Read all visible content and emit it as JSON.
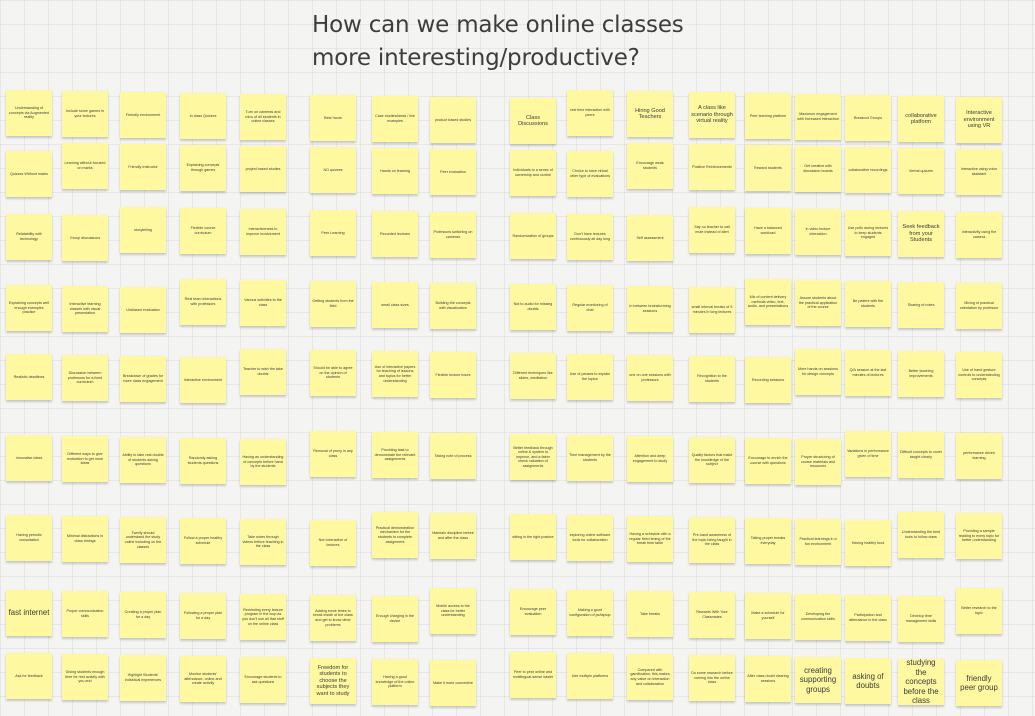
{
  "board": {
    "title_line1": "How can we make online classes",
    "title_line2": "more interesting/productive?"
  },
  "sticky_notes": [
    {
      "text": "Understanding of concepts via Augmented reality",
      "row": 0
    },
    {
      "text": "Include some games in your lectures",
      "row": 0
    },
    {
      "text": "Friendly environment",
      "row": 0
    },
    {
      "text": "In class Quizzes",
      "row": 0
    },
    {
      "text": "Turn on cameras and mics of all students in online classes",
      "row": 0
    },
    {
      "text": "Best hours",
      "row": 0
    },
    {
      "text": "Case studies/ideas / live examples",
      "row": 0
    },
    {
      "text": "product based studies",
      "row": 0
    },
    {
      "text": "Class Discussions",
      "row": 0
    },
    {
      "text": "real time interaction with peers",
      "row": 0
    },
    {
      "text": "Hiring Good Teachers",
      "row": 0
    },
    {
      "text": "A class like scenario through virtual reality",
      "row": 0
    },
    {
      "text": "Peer learning platform",
      "row": 0
    },
    {
      "text": "Maximum engagement with increased interaction",
      "row": 0
    },
    {
      "text": "Breakout Groups",
      "row": 0
    },
    {
      "text": "collaborative platform",
      "row": 0
    },
    {
      "text": "Interactive environment using VR",
      "row": 0
    },
    {
      "text": "Quizzes Without marks",
      "row": 1
    },
    {
      "text": "Learning without focused on marks",
      "row": 1
    },
    {
      "text": "Friendly Instructor",
      "row": 1
    },
    {
      "text": "Explaining concepts through games",
      "row": 1
    },
    {
      "text": "project based studies",
      "row": 1
    },
    {
      "text": "NO quizzes",
      "row": 1
    },
    {
      "text": "Hands on learning",
      "row": 1
    },
    {
      "text": "Peer evaluation",
      "row": 1
    },
    {
      "text": "Individuals to a sense of ownership and control",
      "row": 1
    },
    {
      "text": "Choice to have virtual other type of evaluations",
      "row": 1
    },
    {
      "text": "Encourage weak students",
      "row": 1
    },
    {
      "text": "Positive Reinforcements",
      "row": 1
    },
    {
      "text": "Reward students",
      "row": 1
    },
    {
      "text": "Get creative with discussion boards",
      "row": 1
    },
    {
      "text": "collaborative recordings",
      "row": 1
    },
    {
      "text": "Verbal quizzes",
      "row": 1
    },
    {
      "text": "Interactive using voice assistant",
      "row": 1
    },
    {
      "text": "Relatability with technology",
      "row": 2
    },
    {
      "text": "Group discussions",
      "row": 2
    },
    {
      "text": "storytelling",
      "row": 2
    },
    {
      "text": "Flexible course curriculum",
      "row": 2
    },
    {
      "text": "Interactiveness to improve involvement",
      "row": 2
    },
    {
      "text": "Peer Learning",
      "row": 2
    },
    {
      "text": "Recorded lectures",
      "row": 2
    },
    {
      "text": "Professors switching on cameras",
      "row": 2
    },
    {
      "text": "Randomization of groups",
      "row": 2
    },
    {
      "text": "Don't have lectures continuously all day long",
      "row": 2
    },
    {
      "text": "Self assessment",
      "row": 2
    },
    {
      "text": "Say no teacher to call mute instead of alert",
      "row": 2
    },
    {
      "text": "Have a balanced workload",
      "row": 2
    },
    {
      "text": "in video lecture interaction",
      "row": 2
    },
    {
      "text": "Use polls during lectures to keep students engaged",
      "row": 2
    },
    {
      "text": "Seek feedback from your Students",
      "row": 2
    },
    {
      "text": "Interactivity using the camera",
      "row": 2
    },
    {
      "text": "Explaining concepts well enough examples practice",
      "row": 3
    },
    {
      "text": "Interactive learning classes with visual presentation",
      "row": 3
    },
    {
      "text": "Unbiased evaluation",
      "row": 3
    },
    {
      "text": "Real team interactions with professors",
      "row": 3
    },
    {
      "text": "Various activities to the class",
      "row": 3
    },
    {
      "text": "Getting students from the field",
      "row": 3
    },
    {
      "text": "small class sizes",
      "row": 3
    },
    {
      "text": "Building the concepts with visualization",
      "row": 3
    },
    {
      "text": "Not to audio for missing doubts",
      "row": 3
    },
    {
      "text": "Regular monitoring of chat",
      "row": 3
    },
    {
      "text": "In between brainstorming sessions",
      "row": 3
    },
    {
      "text": "small interval breaks of 5 minutes in long lectures",
      "row": 3
    },
    {
      "text": "Mix of content delivery methods video, text, audio, and presentations",
      "row": 3
    },
    {
      "text": "Assure students about the practical application of the course",
      "row": 3
    },
    {
      "text": "Be patient with the students",
      "row": 3
    },
    {
      "text": "Sharing of notes",
      "row": 3
    },
    {
      "text": "Mixing of practical orientation by professor",
      "row": 3
    },
    {
      "text": "Realistic deadlines",
      "row": 4
    },
    {
      "text": "Discussion between professors for a fixed curriculum",
      "row": 4
    },
    {
      "text": "Breakdown of grades for more class engagement",
      "row": 4
    },
    {
      "text": "Interactive environment",
      "row": 4
    },
    {
      "text": "Teacher to wish the take doubts",
      "row": 4
    },
    {
      "text": "Should be able to agree on the opinion of students",
      "row": 4
    },
    {
      "text": "Use of interactive papers for teaching of lessons and topics for better understanding",
      "row": 4
    },
    {
      "text": "Flexible lecture hours",
      "row": 4
    },
    {
      "text": "Different techniques like slides, meditation",
      "row": 4
    },
    {
      "text": "Use of pauses to explain the topics",
      "row": 4
    },
    {
      "text": "one on one sessions with professors",
      "row": 4
    },
    {
      "text": "Recognition to the students",
      "row": 4
    },
    {
      "text": "Recording sessions",
      "row": 4
    },
    {
      "text": "More hands on sessions for design concepts",
      "row": 4
    },
    {
      "text": "Q/A session at the last minutes of lectures",
      "row": 4
    },
    {
      "text": "Better teaching improvements",
      "row": 4
    },
    {
      "text": "Use of hand gesture controls to understanding concepts",
      "row": 4
    },
    {
      "text": "Innovative ideas",
      "row": 5
    },
    {
      "text": "Different ways to give motivation to get more ideas",
      "row": 5
    },
    {
      "text": "Ability to take real doubts of students asking questions",
      "row": 5
    },
    {
      "text": "Randomly asking students questions",
      "row": 5
    },
    {
      "text": "Having an understanding of concepts before hand by the students",
      "row": 5
    },
    {
      "text": "Removal of proxy in any class",
      "row": 5
    },
    {
      "text": "Providing task to demonstrate the relevant assignments",
      "row": 5
    },
    {
      "text": "Taking note of process",
      "row": 5
    },
    {
      "text": "Better feedback through online & system to improve, and a fairer check valuation of assignments",
      "row": 5
    },
    {
      "text": "Time management by the students",
      "row": 5
    },
    {
      "text": "Attention and deep engagement to study",
      "row": 5
    },
    {
      "text": "Quality factors that make the knowledge of the subject",
      "row": 5
    },
    {
      "text": "Encourage to enrich the course with questions",
      "row": 5
    },
    {
      "text": "Proper structuring of course materials and resources",
      "row": 5
    },
    {
      "text": "Variations in performance given of time",
      "row": 5
    },
    {
      "text": "Difficult concepts to cover taught clearly",
      "row": 5
    },
    {
      "text": "performance driven learning",
      "row": 5
    },
    {
      "text": "Having periodic consultation",
      "row": 6
    },
    {
      "text": "Minimal distractions in class timings",
      "row": 6
    },
    {
      "text": "Family should understand the study online including on the classes",
      "row": 6
    },
    {
      "text": "Follow a proper healthy schedule",
      "row": 6
    },
    {
      "text": "Take notes through videos before teaching in the class",
      "row": 6
    },
    {
      "text": "Non interactive of lectures",
      "row": 6
    },
    {
      "text": "Practical demonstration mechanism for the students to complete assignment",
      "row": 6
    },
    {
      "text": "Maintain discipline before and after the class",
      "row": 6
    },
    {
      "text": "sitting in the right posture",
      "row": 6
    },
    {
      "text": "exploring online software tools for collaboration",
      "row": 6
    },
    {
      "text": "Having a schedule with a regular fixed timing of the break time table",
      "row": 6
    },
    {
      "text": "Pre-hand awareness of the topic being taught in the class",
      "row": 6
    },
    {
      "text": "Taking proper breaks everyday",
      "row": 6
    },
    {
      "text": "Practical learnings in a fun environment",
      "row": 6
    },
    {
      "text": "Having healthy food",
      "row": 6
    },
    {
      "text": "Understanding the best tools to follow class",
      "row": 6
    },
    {
      "text": "Providing a sample reading to every topic for better understanding",
      "row": 6
    },
    {
      "text": "fast internet",
      "row": 7
    },
    {
      "text": "Proper communication skills",
      "row": 7
    },
    {
      "text": "Creating a proper plan for a day",
      "row": 7
    },
    {
      "text": "Following a proper plan for a day",
      "row": 7
    },
    {
      "text": "Reminding every lecture program in the loop as you don't use all that stuff on the online class",
      "row": 7
    },
    {
      "text": "Adding some times to break inside of the class and get to know other problems",
      "row": 7
    },
    {
      "text": "Enough charging in the device",
      "row": 7
    },
    {
      "text": "Mobile access to the class for better understanding",
      "row": 7
    },
    {
      "text": "Encourage peer evaluation",
      "row": 7
    },
    {
      "text": "Making a good configuration of pc/laptop",
      "row": 7
    },
    {
      "text": "Take breaks",
      "row": 7
    },
    {
      "text": "Rewards With Your Classmates",
      "row": 7
    },
    {
      "text": "Make a schedule for yourself",
      "row": 7
    },
    {
      "text": "Developing the communication skills",
      "row": 7
    },
    {
      "text": "Participation and attendance in the class",
      "row": 7
    },
    {
      "text": "Develop time management skills",
      "row": 7
    },
    {
      "text": "Better research to the topic",
      "row": 7
    },
    {
      "text": "Ask for feedback",
      "row": 8
    },
    {
      "text": "Giving students enough time for rest activity with you and",
      "row": 8
    },
    {
      "text": "Highlight Students' individual experiences",
      "row": 8
    },
    {
      "text": "Monitor students' attendance, online and create activity",
      "row": 8
    },
    {
      "text": "Encourage students to ask questions",
      "row": 8
    },
    {
      "text": "Freedom for students to choose the subjects they want to study",
      "row": 8
    },
    {
      "text": "Having a good knowledge of the online platform",
      "row": 8
    },
    {
      "text": "Make it more connective",
      "row": 8
    },
    {
      "text": "Peer to peer online and multilingual-sense easier",
      "row": 8
    },
    {
      "text": "Use multiple platforms",
      "row": 8
    },
    {
      "text": "Compared with gamification, this makes any value on interaction and collaboration",
      "row": 8
    },
    {
      "text": "Do some research before coming into the online class",
      "row": 8
    },
    {
      "text": "After class doubt clearing sessions",
      "row": 8
    },
    {
      "text": "creating supporting groups",
      "row": 8
    },
    {
      "text": "asking of doubts",
      "row": 8
    },
    {
      "text": "studying the concepts before the class",
      "row": 8
    },
    {
      "text": "friendly peer group",
      "row": 8
    }
  ]
}
